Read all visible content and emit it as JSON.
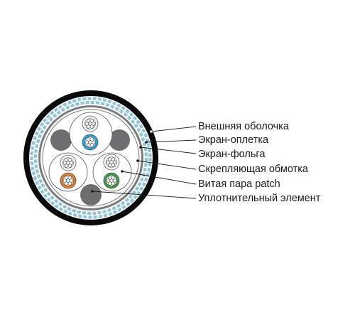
{
  "labels": {
    "outer_jacket": "Внешняя оболочка",
    "braid_shield": "Экран-оплетка",
    "foil_shield": "Экран-фольга",
    "binding_wrap": "Скрепляющая обмотка",
    "twisted_pair": "Витая пара patch",
    "filler": "Уплотнительный элемент"
  },
  "colors": {
    "jacket": "#0a0a0a",
    "braid": "#8fc3d8",
    "foil": "#7a7a7a",
    "filler": "#6d6e70",
    "pair_blue": "#2fa3d6",
    "pair_orange": "#e37b2c",
    "pair_green": "#3e9a45",
    "conductor": "#ffffff",
    "text": "#1a1a1a"
  }
}
